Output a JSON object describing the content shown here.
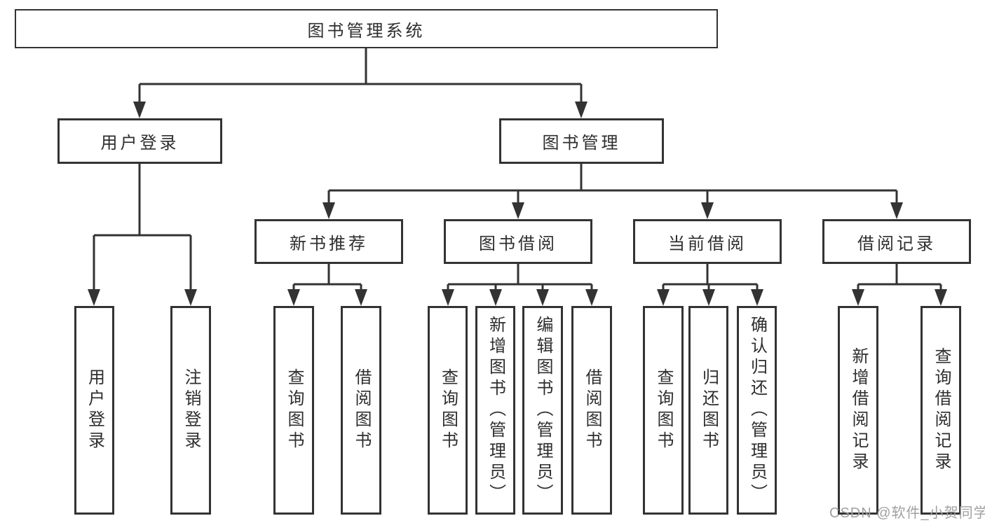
{
  "diagram_title": "图书管理系统",
  "colors": {
    "line": "#333333",
    "box_border": "#333333",
    "box_fill": "#ffffff",
    "text": "#2e2e2e",
    "watermark": "#a0a0a0",
    "background": "#ffffff"
  },
  "nodes": {
    "root": "图书管理系统",
    "level2": [
      {
        "label": "用户登录"
      },
      {
        "label": "图书管理"
      }
    ],
    "level3": [
      {
        "label": "新书推荐"
      },
      {
        "label": "图书借阅"
      },
      {
        "label": "当前借阅"
      },
      {
        "label": "借阅记录"
      }
    ],
    "leaves": {
      "user_login": [
        "用户登录",
        "注销登录"
      ],
      "new_book_recommend": [
        "查询图书",
        "借阅图书"
      ],
      "book_borrow": [
        "查询图书",
        "新增图书（管理员）",
        "编辑图书（管理员）",
        "借阅图书"
      ],
      "current_borrow": [
        "查询图书",
        "归还图书",
        "确认归还（管理员）"
      ],
      "borrow_records": [
        "新增借阅记录",
        "查询借阅记录"
      ]
    }
  },
  "watermark": "CSDN @软件_小贺同学"
}
